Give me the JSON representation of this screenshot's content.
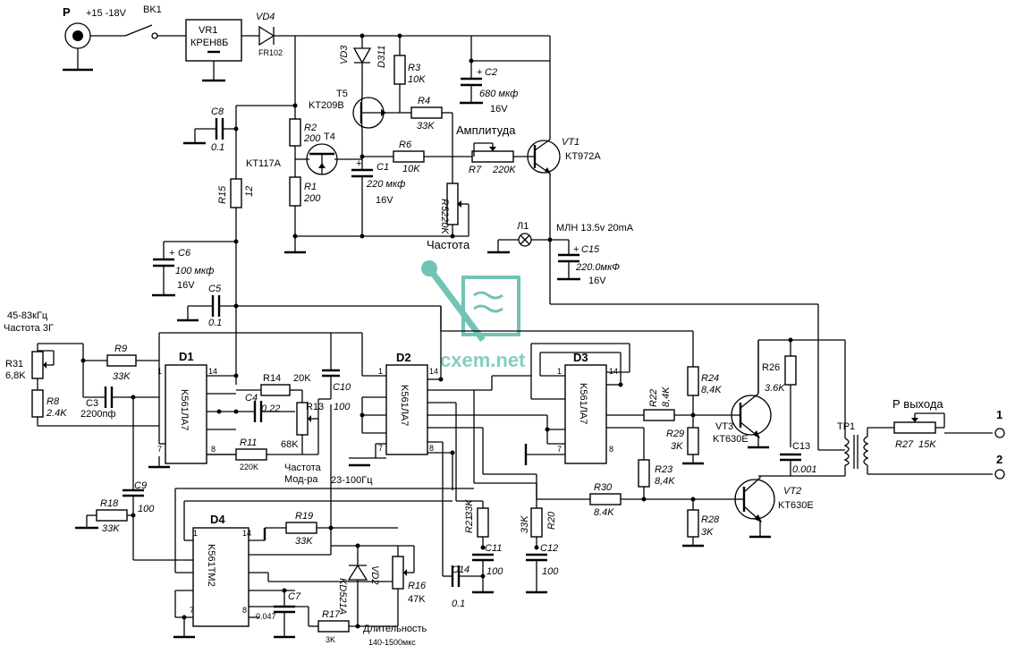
{
  "power": {
    "input_label": "P",
    "voltage": "+15 -18V",
    "switch": "BK1",
    "regulator_ref": "VR1",
    "regulator_part": "КРЕН8Б",
    "diode_ref": "VD4",
    "diode_part": "FR102"
  },
  "components": {
    "vd3": "VD3",
    "vd3_part": "D311",
    "r3": "R3",
    "r3_val": "10K",
    "c2": "C2",
    "c2_val": "680 мкф",
    "c2_v": "16V",
    "t5": "T5",
    "t5_part": "KT209B",
    "r4": "R4",
    "r4_val": "33K",
    "c8": "C8",
    "c8_val": "0.1",
    "r2": "R2",
    "r2_val": "200",
    "t4": "T4",
    "t4_part": "KT117A",
    "r6": "R6",
    "r6_val": "10K",
    "amp_label": "Амплитуда",
    "r7": "R7",
    "r7_val": "220K",
    "vt1": "VT1",
    "vt1_part": "KT972A",
    "c1": "C1",
    "c1_val": "220 мкф",
    "c1_v": "16V",
    "r1": "R1",
    "r1_val": "200",
    "r15": "R15",
    "r15_val": "12",
    "r5": "R5",
    "r5_val": "220K",
    "freq_label": "Частота",
    "l1": "Л1",
    "lamp": "МЛН 13.5v 20mA",
    "c15": "C15",
    "c15_val": "220.0мкФ",
    "c15_v": "16V",
    "c6": "C6",
    "c6_val": "100 мкф",
    "c6_v": "16V",
    "c5": "C5",
    "c5_val": "0.1",
    "range": "45-83кГц",
    "range_label": "Частота 3Г",
    "r31": "R31",
    "r31_val": "6,8K",
    "r9": "R9",
    "r9_val": "33K",
    "d1": "D1",
    "d1_part": "K561ЛА7",
    "r14": "R14",
    "r14_val": "20K",
    "c4": "C4",
    "c4_val": "0.22",
    "r13": "R13",
    "r13_val": "68K",
    "c10": "C10",
    "c10_val": "100",
    "d2": "D2",
    "d2_part": "K561ЛА7",
    "d3": "D3",
    "d3_part": "K561ЛА7",
    "r24": "R24",
    "r24_val": "8,4K",
    "r26": "R26",
    "r26_val": "3.6K",
    "out_label": "Р выхода",
    "r8": "R8",
    "r8_val": "2.4K",
    "c3": "C3",
    "c3_val": "2200пф",
    "r11": "R11",
    "r11_val": "220K",
    "mod_label1": "Частота",
    "mod_label2": "Мод-ра",
    "mod_range": "23-100Гц",
    "r22": "R22",
    "r22_val": "8,4K",
    "vt3": "VT3",
    "vt3_part": "KT630E",
    "r29": "R29",
    "r29_val": "3K",
    "c13": "C13",
    "c13_val": "0.001",
    "tp1": "TP1",
    "r27": "R27",
    "r27_val": "15K",
    "out1": "1",
    "out2": "2",
    "c9": "C9",
    "c9_val": "100",
    "r18": "R18",
    "r18_val": "33K",
    "r21": "R21",
    "r21_val": "33K",
    "r20": "R20",
    "r20_val": "33K",
    "r23": "R23",
    "r23_val": "8,4K",
    "r30": "R30",
    "r30_val": "8.4K",
    "vt2": "VT2",
    "vt2_part": "KT630E",
    "r28": "R28",
    "r28_val": "3K",
    "d4": "D4",
    "d4_part": "K561TM2",
    "r19": "R19",
    "r19_val": "33K",
    "vd2": "VD2",
    "vd2_part": "KD521A",
    "r16": "R16",
    "r16_val": "47K",
    "c11": "C11",
    "c11_val": "100",
    "c12": "C12",
    "c12_val": "100",
    "c14": "C14",
    "c14_val": "0.1",
    "c7": "C7",
    "c7_val": "0.047",
    "r17": "R17",
    "r17_val": "3K",
    "dur_label": "Длительность",
    "dur_range": "140-1500мкс"
  },
  "pins": {
    "p1": "1",
    "p7": "7",
    "p8": "8",
    "p14": "14"
  },
  "watermark": {
    "site": "cxem.net"
  },
  "colors": {
    "ink": "#000000",
    "watermark": "#4fb5a4"
  }
}
